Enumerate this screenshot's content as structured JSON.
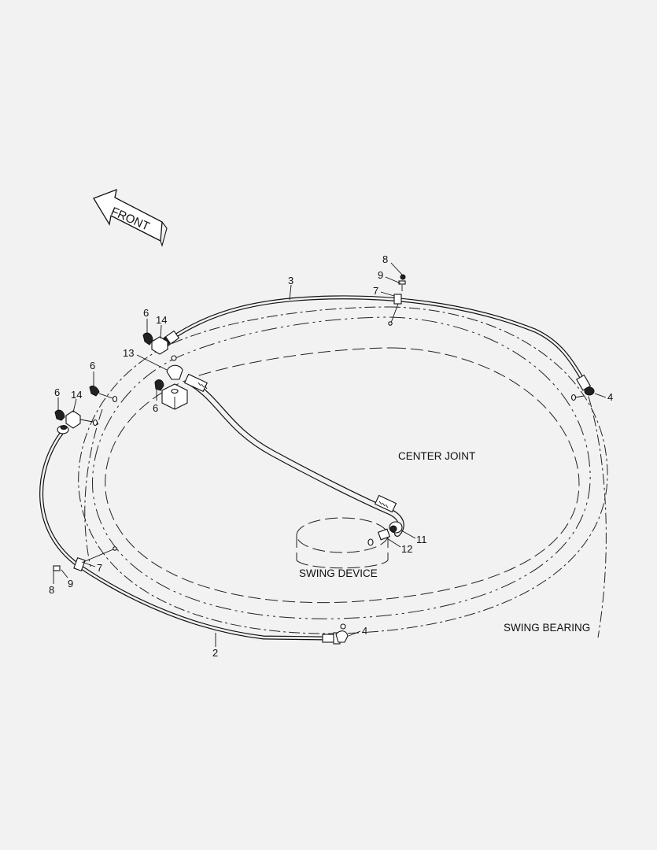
{
  "arrow": {
    "label": "FRONT"
  },
  "labels": {
    "center_joint": "CENTER JOINT",
    "swing_device": "SWING DEVICE",
    "swing_bearing": "SWING BEARING"
  },
  "callouts": {
    "c3": "3",
    "c8_top": "8",
    "c9_top": "9",
    "c7_top": "7",
    "c6_a": "6",
    "c14_a": "14",
    "c13": "13",
    "c6_b": "6",
    "c6_c": "6",
    "c6_d": "6",
    "c14_b": "14",
    "c4_right": "4",
    "c11": "11",
    "c12": "12",
    "c7_left": "7",
    "c8_left": "8",
    "c9_left": "9",
    "c4_bottom": "4",
    "c2": "2"
  }
}
